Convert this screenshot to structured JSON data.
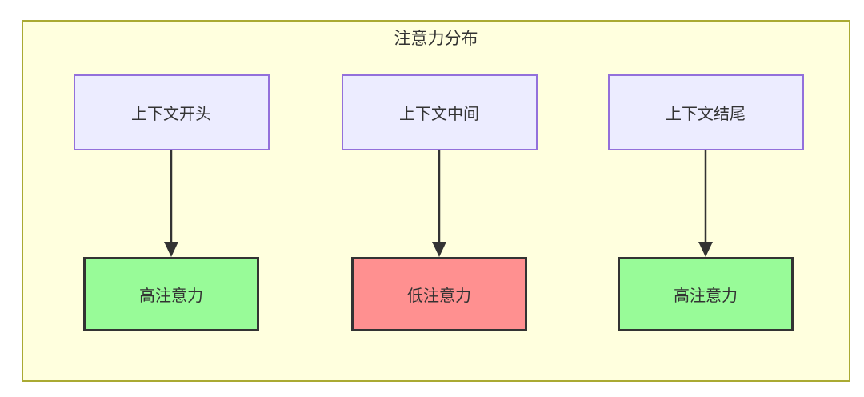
{
  "diagram": {
    "title": "注意力分布",
    "colors": {
      "page_bg": "#ffffff",
      "canvas_bg": "#ffffde",
      "canvas_border": "#aaaa33",
      "source_fill": "#ececff",
      "source_border": "#9370db",
      "high_fill": "#98fb98",
      "low_fill": "#ff9090",
      "result_border": "#333333",
      "arrow": "#333333",
      "text": "#333333"
    },
    "columns": [
      {
        "source": "上下文开头",
        "result": "高注意力",
        "result_type": "high"
      },
      {
        "source": "上下文中间",
        "result": "低注意力",
        "result_type": "low"
      },
      {
        "source": "上下文结尾",
        "result": "高注意力",
        "result_type": "high"
      }
    ]
  }
}
